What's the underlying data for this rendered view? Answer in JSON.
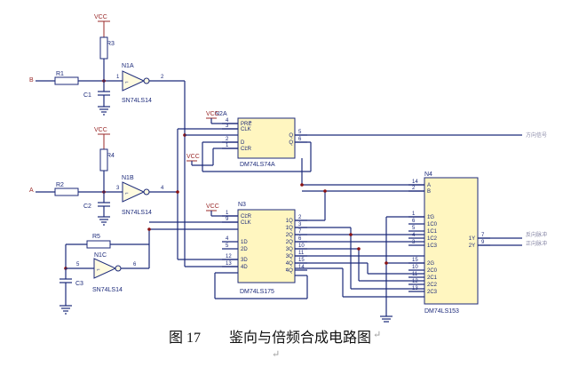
{
  "inputs": {
    "b": "B",
    "a": "A"
  },
  "power": {
    "vcc_label": "VCC"
  },
  "resistors": {
    "r1": "R1",
    "r2": "R2",
    "r3": "R3",
    "r4": "R4",
    "r5": "R5"
  },
  "capacitors": {
    "c1": "C1",
    "c2": "C2",
    "c3": "C3"
  },
  "gates": {
    "n1a": {
      "name": "N1A",
      "part": "SN74LS14",
      "in_pin": "1",
      "out_pin": "2"
    },
    "n1b": {
      "name": "N1B",
      "part": "SN74LS14",
      "in_pin": "3",
      "out_pin": "4"
    },
    "n1c": {
      "name": "N1C",
      "part": "SN74LS14",
      "in_pin": "5",
      "out_pin": "6"
    }
  },
  "ic_n2a": {
    "name": "N2A",
    "part": "DM74LS74A",
    "pins_left": [
      {
        "num": "4",
        "name": "PRE",
        "bar": true
      },
      {
        "num": "3",
        "name": "CLK",
        "bar": false
      },
      {
        "num": "2",
        "name": "D",
        "bar": false
      },
      {
        "num": "1",
        "name": "CLR",
        "bar": true
      }
    ],
    "pins_right": [
      {
        "num": "5",
        "name": "Q",
        "bar": false
      },
      {
        "num": "6",
        "name": "Q",
        "bar": true
      }
    ]
  },
  "ic_n3": {
    "name": "N3",
    "part": "DM74LS175",
    "pins_left": [
      {
        "num": "1",
        "name": "CLR",
        "bar": true
      },
      {
        "num": "9",
        "name": "CLK",
        "bar": false
      },
      {
        "num": "4",
        "name": "1D",
        "bar": false
      },
      {
        "num": "5",
        "name": "2D",
        "bar": false
      },
      {
        "num": "12",
        "name": "3D",
        "bar": false
      },
      {
        "num": "13",
        "name": "4D",
        "bar": false
      }
    ],
    "pins_right": [
      {
        "num": "2",
        "name": "1Q",
        "bar": false
      },
      {
        "num": "3",
        "name": "1Q",
        "bar": true
      },
      {
        "num": "7",
        "name": "2Q",
        "bar": false
      },
      {
        "num": "6",
        "name": "2Q",
        "bar": true
      },
      {
        "num": "10",
        "name": "3Q",
        "bar": false
      },
      {
        "num": "11",
        "name": "3Q",
        "bar": true
      },
      {
        "num": "15",
        "name": "4Q",
        "bar": false
      },
      {
        "num": "14",
        "name": "4Q",
        "bar": true
      }
    ]
  },
  "ic_n4": {
    "name": "N4",
    "part": "DM74LS153",
    "pins_left": [
      {
        "num": "14",
        "name": "A",
        "bar": false
      },
      {
        "num": "2",
        "name": "B",
        "bar": false
      },
      {
        "num": "1",
        "name": "1G",
        "bar": true
      },
      {
        "num": "6",
        "name": "1C0",
        "bar": false
      },
      {
        "num": "5",
        "name": "1C1",
        "bar": false
      },
      {
        "num": "4",
        "name": "1C2",
        "bar": false
      },
      {
        "num": "3",
        "name": "1C3",
        "bar": false
      },
      {
        "num": "15",
        "name": "2G",
        "bar": true
      },
      {
        "num": "10",
        "name": "2C0",
        "bar": false
      },
      {
        "num": "11",
        "name": "2C1",
        "bar": false
      },
      {
        "num": "12",
        "name": "2C2",
        "bar": false
      },
      {
        "num": "13",
        "name": "2C3",
        "bar": false
      }
    ],
    "pins_right": [
      {
        "num": "7",
        "name": "1Y",
        "bar": false
      },
      {
        "num": "9",
        "name": "2Y",
        "bar": false
      }
    ]
  },
  "outputs": {
    "direction": "方向信号",
    "reverse": "反向脉冲",
    "forward": "正向脉冲"
  },
  "caption": {
    "number": "图 17",
    "title": "鉴向与倍频合成电路图",
    "return_mark": "↵",
    "para_mark": "↵"
  }
}
